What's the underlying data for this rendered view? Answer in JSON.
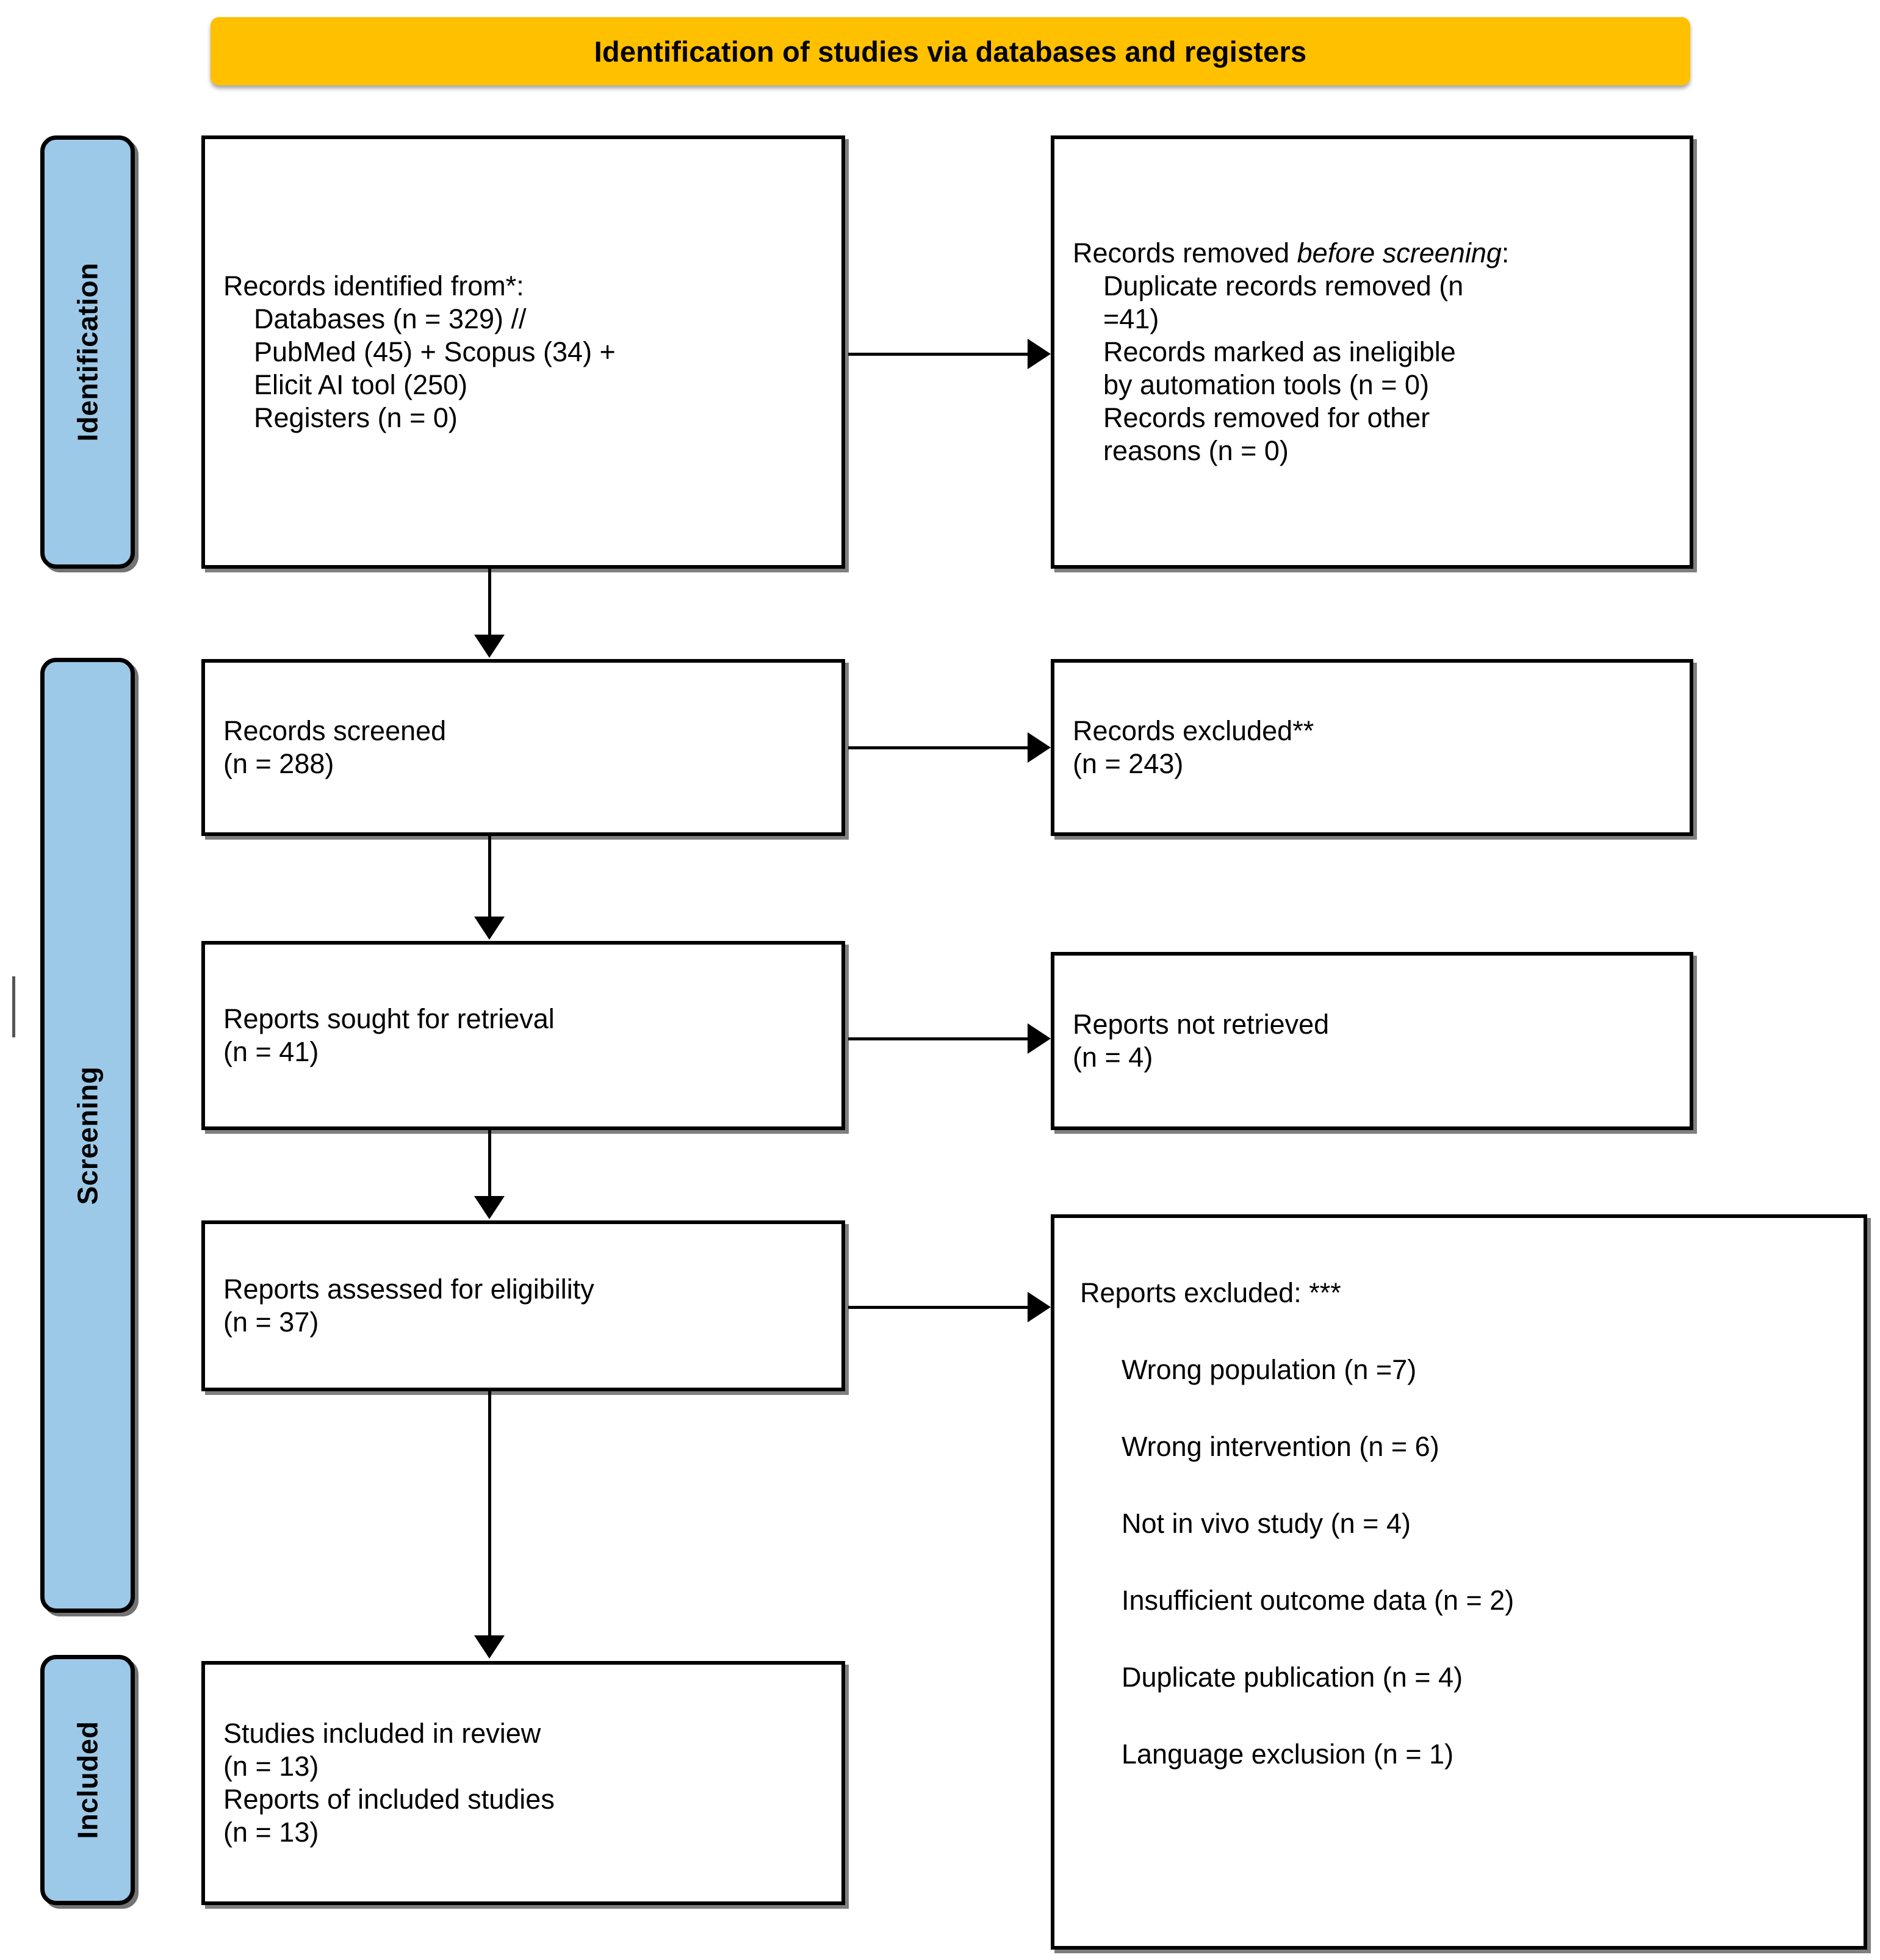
{
  "banner": {
    "title": "Identification of studies via databases and registers",
    "color": "#FFC000"
  },
  "stages": [
    {
      "label": "Identification",
      "color": "#9DC9E8"
    },
    {
      "label": "Screening",
      "color": "#9DC9E8"
    },
    {
      "label": "Included",
      "color": "#9DC9E8"
    }
  ],
  "nodes": {
    "identified": {
      "label": "Records identified from*:",
      "lines": [
        "Records identified from*:",
        "    Databases (n = 329) //",
        "    PubMed (45) + Scopus (34) +",
        "    Elicit AI tool (250)",
        "    Registers (n = 0)"
      ],
      "text": "Records identified from*:\n    Databases (n = 329) //\n    PubMed (45) + Scopus (34) +\n    Elicit AI tool (250)\n    Registers (n = 0)"
    },
    "removed_before_screening": {
      "heading_plain": "Records removed ",
      "heading_italic": "before screening",
      "heading_suffix": ":",
      "lines": [
        "    Duplicate records removed (n",
        "    =41)",
        "    Records marked as ineligible",
        "    by automation tools (n = 0)",
        "    Records removed for other",
        "    reasons (n = 0)"
      ],
      "text": "    Duplicate records removed (n\n    =41)\n    Records marked as ineligible\n    by automation tools (n = 0)\n    Records removed for other\n    reasons (n = 0)"
    },
    "screened": {
      "text": "Records screened\n(n = 288)",
      "count": 288
    },
    "excluded": {
      "text": "Records excluded**\n(n = 243)",
      "count": 243
    },
    "sought": {
      "text": "Reports sought for retrieval\n(n = 41)",
      "count": 41
    },
    "not_retrieved": {
      "text": "Reports not retrieved\n(n = 4)",
      "count": 4
    },
    "assessed": {
      "text": "Reports assessed for eligibility\n(n = 37)",
      "count": 37
    },
    "reports_excluded": {
      "heading": "Reports excluded: ***",
      "reasons": [
        "Wrong population (n =7)",
        "Wrong intervention (n = 6)",
        "Not in vivo study (n = 4)",
        "Insufficient outcome data (n = 2)",
        "Duplicate publication (n = 4)",
        "Language exclusion (n = 1)"
      ]
    },
    "included": {
      "text": "Studies included in review\n(n = 13)\nReports of included studies\n(n = 13)",
      "studies_count": 13,
      "reports_count": 13
    }
  }
}
